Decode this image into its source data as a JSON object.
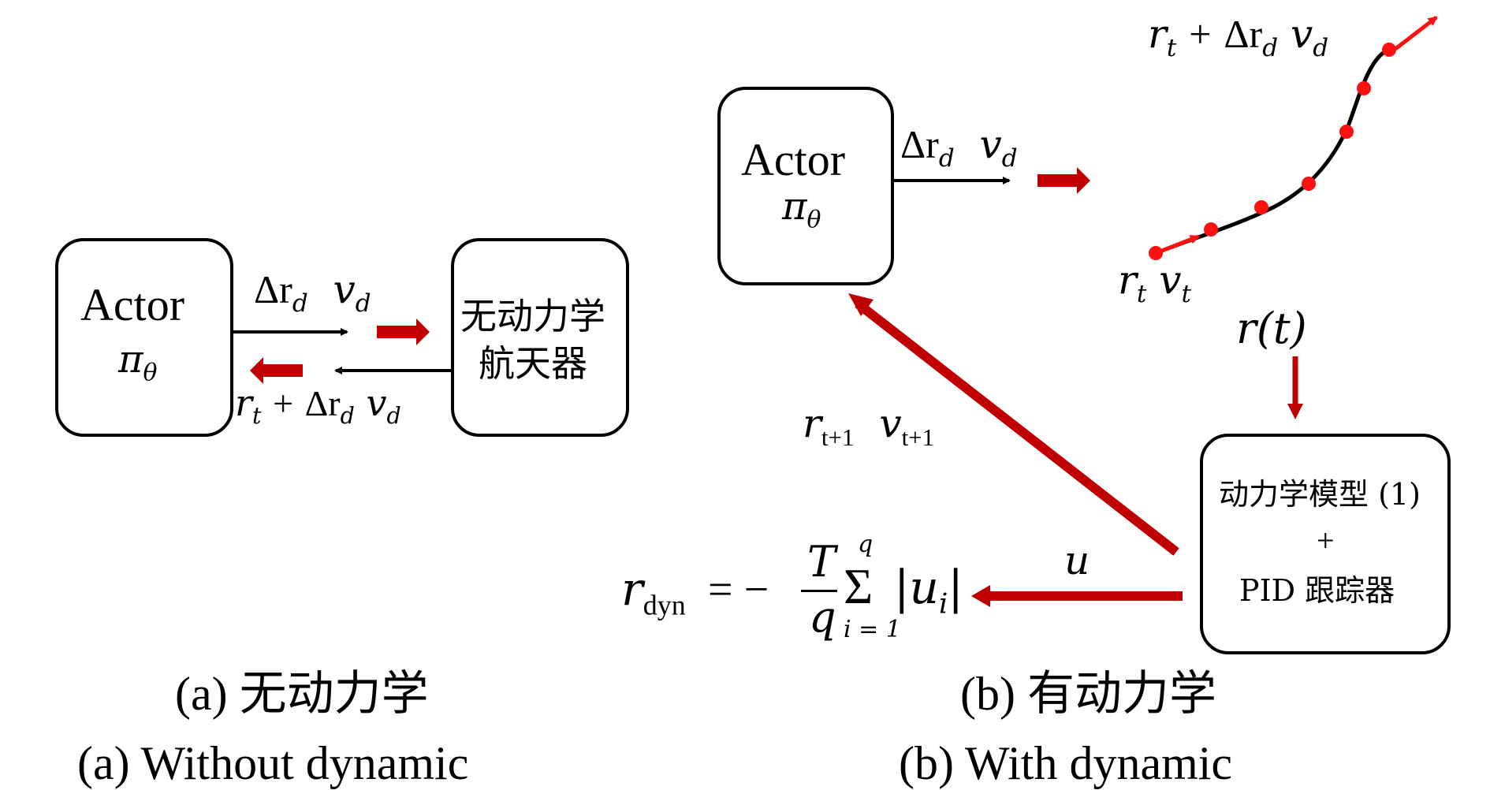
{
  "diagram": {
    "panel_a": {
      "actor": {
        "title": "Actor",
        "policy": "π",
        "policy_sub": "θ"
      },
      "env": {
        "line1": "无动力学",
        "line2": "航天器"
      },
      "top_label": {
        "delta": "Δr",
        "delta_sub": "d",
        "v": "v",
        "v_sub": "d"
      },
      "bottom_label": {
        "r": "r",
        "r_sub": "t",
        "plus": "+",
        "delta": "Δr",
        "delta_sub": "d",
        "v": "v",
        "v_sub": "d"
      },
      "caption_cn": "(a) 无动力学",
      "caption_en": "(a) Without dynamic"
    },
    "panel_b": {
      "actor": {
        "title": "Actor",
        "policy": "π",
        "policy_sub": "θ"
      },
      "action_label": {
        "delta": "Δr",
        "delta_sub": "d",
        "v": "v",
        "v_sub": "d"
      },
      "traj_top_label": {
        "r": "r",
        "r_sub": "t",
        "plus": "+",
        "delta": "Δr",
        "delta_sub": "d",
        "v": "v",
        "v_sub": "d"
      },
      "traj_start_label": {
        "r": "r",
        "r_sub": "t",
        "v": "v",
        "v_sub": "t"
      },
      "rt_label": "r(t)",
      "model_box": {
        "line1": "动力学模型 (1)",
        "line2": "+",
        "line3": "PID 跟踪器"
      },
      "next_state_label": {
        "r": "r",
        "r_sub": "t+1",
        "v": "v",
        "v_sub": "t+1"
      },
      "u_label": "u",
      "reward": {
        "lhs": "r",
        "lhs_sub": "dyn",
        "eq": "= −",
        "num": "T",
        "den": "q",
        "sum": "Σ",
        "sum_top": "q",
        "sum_bot": "i = 1",
        "abs": "|u",
        "abs_sub": "i",
        "abs_end": "|"
      },
      "caption_cn": "(b) 有动力学",
      "caption_en": "(b) With dynamic"
    },
    "colors": {
      "arrow_red": "#c00000",
      "traj_red": "#ff1010",
      "line": "#000000"
    }
  }
}
